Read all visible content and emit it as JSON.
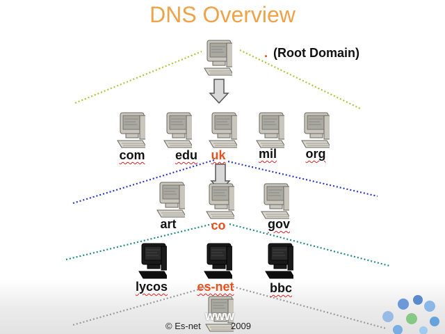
{
  "slide": {
    "title": "DNS Overview",
    "root": {
      "dot": ".",
      "label": "(Root Domain)"
    },
    "tld": [
      "com",
      "edu",
      "uk",
      "mil",
      "org"
    ],
    "second_level": [
      "art",
      "co",
      "gov"
    ],
    "third_level": [
      "lycos",
      "es-net",
      "bbc"
    ],
    "host": "www",
    "copyright": "© Es-net",
    "copyright_year": "2009"
  },
  "colors": {
    "title": "#f0a24a",
    "highlight": "#e8501c",
    "line_root": "#a8c838",
    "line_tld": "#2838c8",
    "line_second": "#208888",
    "line_third": "#999999"
  },
  "icons": {
    "computer": "computer-icon",
    "arrow": "down-arrow-icon",
    "decoration": "bubble-cluster-icon"
  }
}
